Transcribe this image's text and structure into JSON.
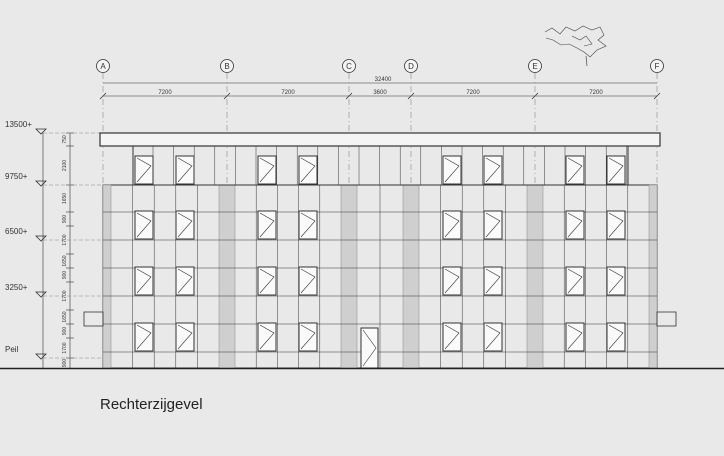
{
  "drawing": {
    "title": "Rechterzijgevel",
    "grid_axes": [
      "A",
      "B",
      "C",
      "D",
      "E",
      "F"
    ],
    "overall_dimension": "32400",
    "bay_dimensions": [
      "7200",
      "7200",
      "3600",
      "7200",
      "7200"
    ],
    "level_labels": [
      "13500+",
      "9750+",
      "6500+",
      "3250+",
      "Peil"
    ],
    "vertical_dimensions": [
      "750",
      "2100",
      "1650",
      "900",
      "1700",
      "1650",
      "900",
      "1700",
      "1650",
      "900",
      "1700",
      "900"
    ]
  },
  "colors": {
    "background": "#e9e9e9",
    "line": "#333333",
    "infill": "#cfcfcf",
    "grid_line": "#888888"
  }
}
